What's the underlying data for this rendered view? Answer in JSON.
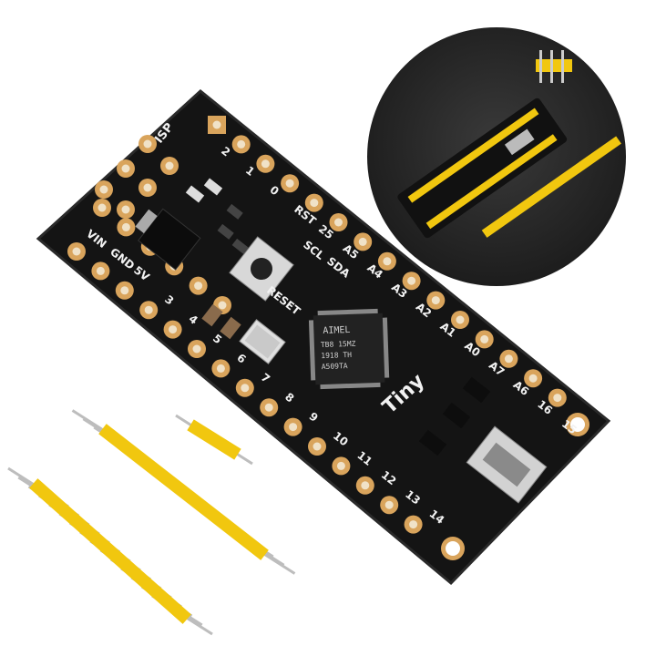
{
  "colors": {
    "background": "#ffffff",
    "pcb": "#151515",
    "pad_gold": "#d9a45c",
    "header_yellow": "#f1c70f",
    "pin_silver": "#bdbdbd",
    "inset_bg": "#2a2a2a"
  },
  "board": {
    "brand_label": "Tiny",
    "isp_label": "ISP",
    "reset_label": "RESET",
    "chip_logo": "AIMEL",
    "chip_lines": [
      "TB8 15MZ",
      "1918 TH",
      "A509TA"
    ],
    "pin_labels_top": [
      "2",
      "1",
      "0",
      "RST",
      "25",
      "A5",
      "A4",
      "A3",
      "A2",
      "A1",
      "A0",
      "A7",
      "A6",
      "16",
      "15"
    ],
    "pin_labels_bottom": [
      "3",
      "4",
      "5",
      "6",
      "7",
      "8",
      "9",
      "10",
      "11",
      "12",
      "13",
      "14"
    ],
    "power_labels": [
      "VIN",
      "GND",
      "5V"
    ],
    "i2c_labels": [
      "SCL",
      "SDA"
    ]
  },
  "inset": {
    "description_icon": "board-with-headers-photo"
  }
}
